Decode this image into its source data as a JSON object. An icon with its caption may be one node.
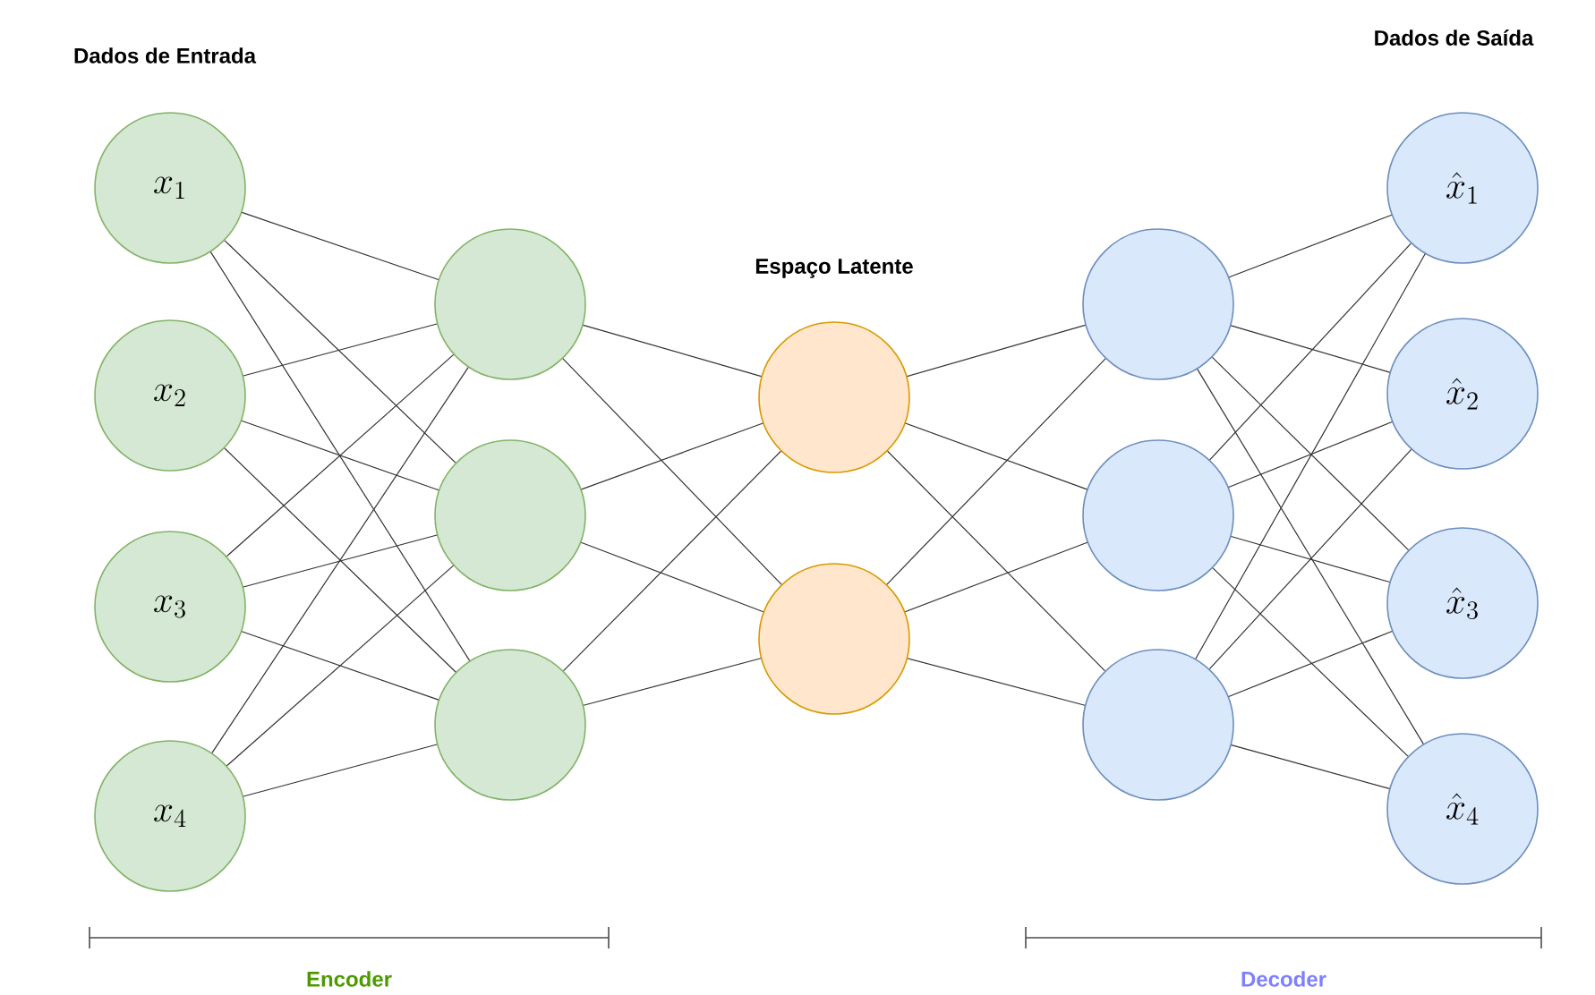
{
  "diagram": {
    "nodes": [
      {
        "text": [
          "x_{1}"
        ]
      },
      {
        "text": [
          "x_{2}"
        ]
      },
      {
        "text": [
          "x_{3}"
        ]
      },
      {
        "text": [
          "x_{4}"
        ]
      },
      {
        "text": [],
        "shape": "circle"
      },
      {
        "text": [],
        "shape": "circle"
      },
      {
        "text": [],
        "shape": "circle"
      },
      {
        "text": [],
        "shape": "circle"
      },
      {
        "text": [],
        "shape": "circle"
      },
      {
        "text": [],
        "shape": "circle"
      },
      {
        "text": [],
        "shape": "circle"
      },
      {
        "text": [],
        "shape": "circle"
      },
      {
        "text": [
          "\\hat{x}_{1}"
        ]
      },
      {
        "text": [
          "\\hat{x}_{2}"
        ]
      },
      {
        "text": [
          "\\hat{x}_{3}"
        ]
      },
      {
        "text": [
          "\\hat{x}_{4}"
        ]
      }
    ],
    "edges": [
      {
        "from": 0,
        "to": 4,
        "arrow": "none"
      },
      {
        "from": 0,
        "to": 5,
        "arrow": "none"
      },
      {
        "from": 0,
        "to": 6,
        "arrow": "none"
      },
      {
        "from": 1,
        "to": 4,
        "arrow": "none"
      },
      {
        "from": 1,
        "to": 5,
        "arrow": "none"
      },
      {
        "from": 1,
        "to": 6,
        "arrow": "none"
      },
      {
        "from": 2,
        "to": 4,
        "arrow": "none"
      },
      {
        "from": 2,
        "to": 5,
        "arrow": "none"
      },
      {
        "from": 2,
        "to": 6,
        "arrow": "none"
      },
      {
        "from": 3,
        "to": 4,
        "arrow": "none"
      },
      {
        "from": 3,
        "to": 5,
        "arrow": "none"
      },
      {
        "from": 3,
        "to": 6,
        "arrow": "none"
      },
      {
        "from": 4,
        "to": 7,
        "arrow": "none"
      },
      {
        "from": 4,
        "to": 8,
        "arrow": "none"
      },
      {
        "from": 5,
        "to": 7,
        "arrow": "none"
      },
      {
        "from": 5,
        "to": 8,
        "arrow": "none"
      },
      {
        "from": 6,
        "to": 7,
        "arrow": "none"
      },
      {
        "from": 6,
        "to": 8,
        "arrow": "none"
      },
      {
        "from": 7,
        "to": 9,
        "arrow": "none"
      },
      {
        "from": 7,
        "to": 10,
        "arrow": "none"
      },
      {
        "from": 7,
        "to": 11,
        "arrow": "none"
      },
      {
        "from": 8,
        "to": 9,
        "arrow": "none"
      },
      {
        "from": 8,
        "to": 10,
        "arrow": "none"
      },
      {
        "from": 8,
        "to": 11,
        "arrow": "none"
      },
      {
        "from": 9,
        "to": 12,
        "arrow": "none"
      },
      {
        "from": 9,
        "to": 13,
        "arrow": "none"
      },
      {
        "from": 9,
        "to": 14,
        "arrow": "none"
      },
      {
        "from": 9,
        "to": 15,
        "arrow": "none"
      },
      {
        "from": 10,
        "to": 12,
        "arrow": "none"
      },
      {
        "from": 10,
        "to": 13,
        "arrow": "none"
      },
      {
        "from": 10,
        "to": 14,
        "arrow": "none"
      },
      {
        "from": 10,
        "to": 15,
        "arrow": "none"
      },
      {
        "from": 11,
        "to": 12,
        "arrow": "none"
      },
      {
        "from": 11,
        "to": 13,
        "arrow": "none"
      },
      {
        "from": 11,
        "to": 14,
        "arrow": "none"
      },
      {
        "from": 11,
        "to": 15,
        "arrow": "none"
      }
    ],
    "labels": [
      "Dados de Entrada",
      "Dados de Saída",
      "Espaço Latente",
      "Encoder",
      "Decoder"
    ]
  }
}
